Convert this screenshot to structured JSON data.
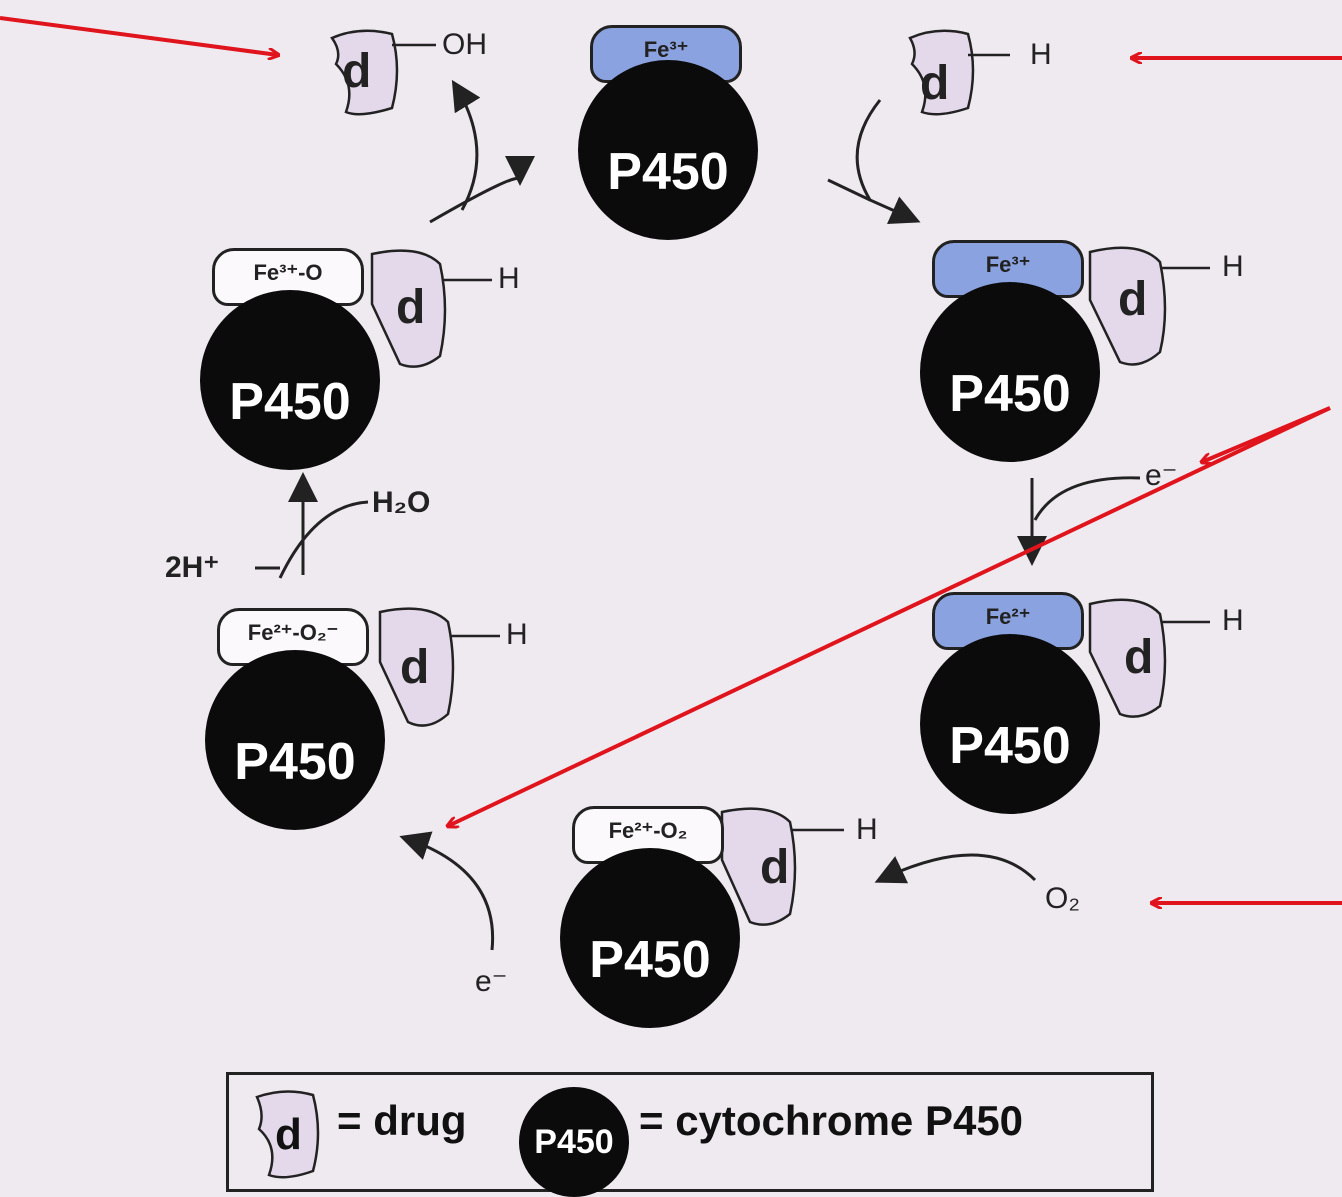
{
  "enzyme_label": "P450",
  "drug_letter": "d",
  "states": [
    {
      "id": "top",
      "heme": "Fe³⁺",
      "heme_color": "#8aa2df"
    },
    {
      "id": "right-upper",
      "heme": "Fe³⁺",
      "heme_color": "#8aa2df",
      "substrate": "H"
    },
    {
      "id": "right-lower",
      "heme": "Fe²⁺",
      "heme_color": "#8aa2df",
      "substrate": "H"
    },
    {
      "id": "bottom",
      "heme": "Fe²⁺-O₂",
      "heme_color": "#fbf9fb",
      "substrate": "H"
    },
    {
      "id": "left-lower",
      "heme": "Fe²⁺-O₂⁻",
      "heme_color": "#fbf9fb",
      "substrate": "H"
    },
    {
      "id": "left-upper",
      "heme": "Fe³⁺-O",
      "heme_color": "#fbf9fb",
      "substrate": "H"
    }
  ],
  "free_drugs": {
    "product_label": "OH",
    "substrate_label": "H"
  },
  "reagents": {
    "electron_1": "e⁻",
    "oxygen": "O₂",
    "electron_2": "e⁻",
    "protons": "2H⁺",
    "water": "H₂O"
  },
  "legend": {
    "drug_text": "= drug",
    "enzyme_mini": "P450",
    "enzyme_text": "= cytochrome P450"
  },
  "colors": {
    "background": "#efe9f0",
    "heme_blue": "#8aa2df",
    "drug_fill": "#e4d9ea",
    "annotation_arrow": "#e0141c"
  }
}
